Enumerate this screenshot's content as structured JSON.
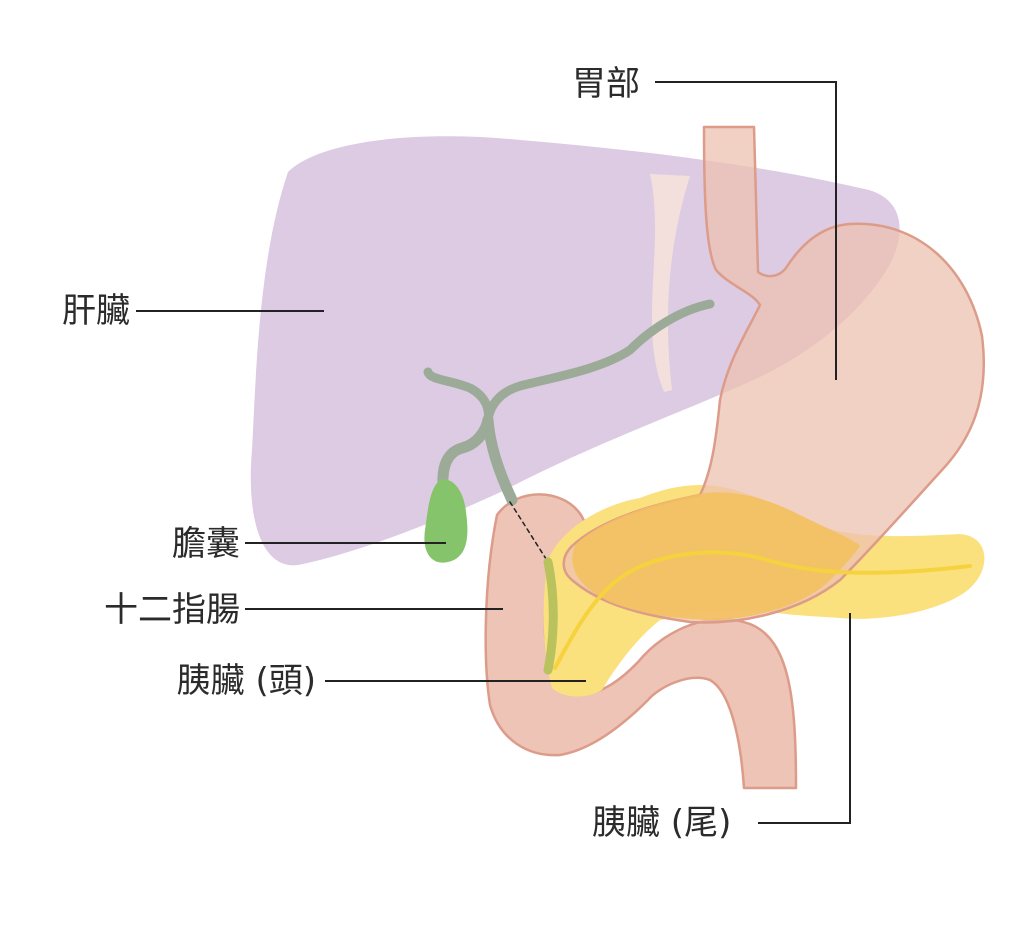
{
  "labels": {
    "stomach": "胃部",
    "liver": "肝臟",
    "gallbladder": "膽囊",
    "duodenum": "十二指腸",
    "pancreas_head": "胰臟 (頭)",
    "pancreas_tail": "胰臟 (尾)"
  },
  "colors": {
    "liver": "#dccbe2",
    "stomach": "#edc2b2",
    "stomach_outline": "#dc9c89",
    "duodenum": "#edc4b6",
    "pancreas": "#fbe07e",
    "pancreas_overlap": "#f3c05f",
    "pancreatic_duct": "#f6d23e",
    "bile_duct": "#9cab98",
    "gallbladder": "#86c46b",
    "ligament": "#f3e0dc",
    "leader_line": "#222222",
    "text": "#2b2b2b"
  }
}
